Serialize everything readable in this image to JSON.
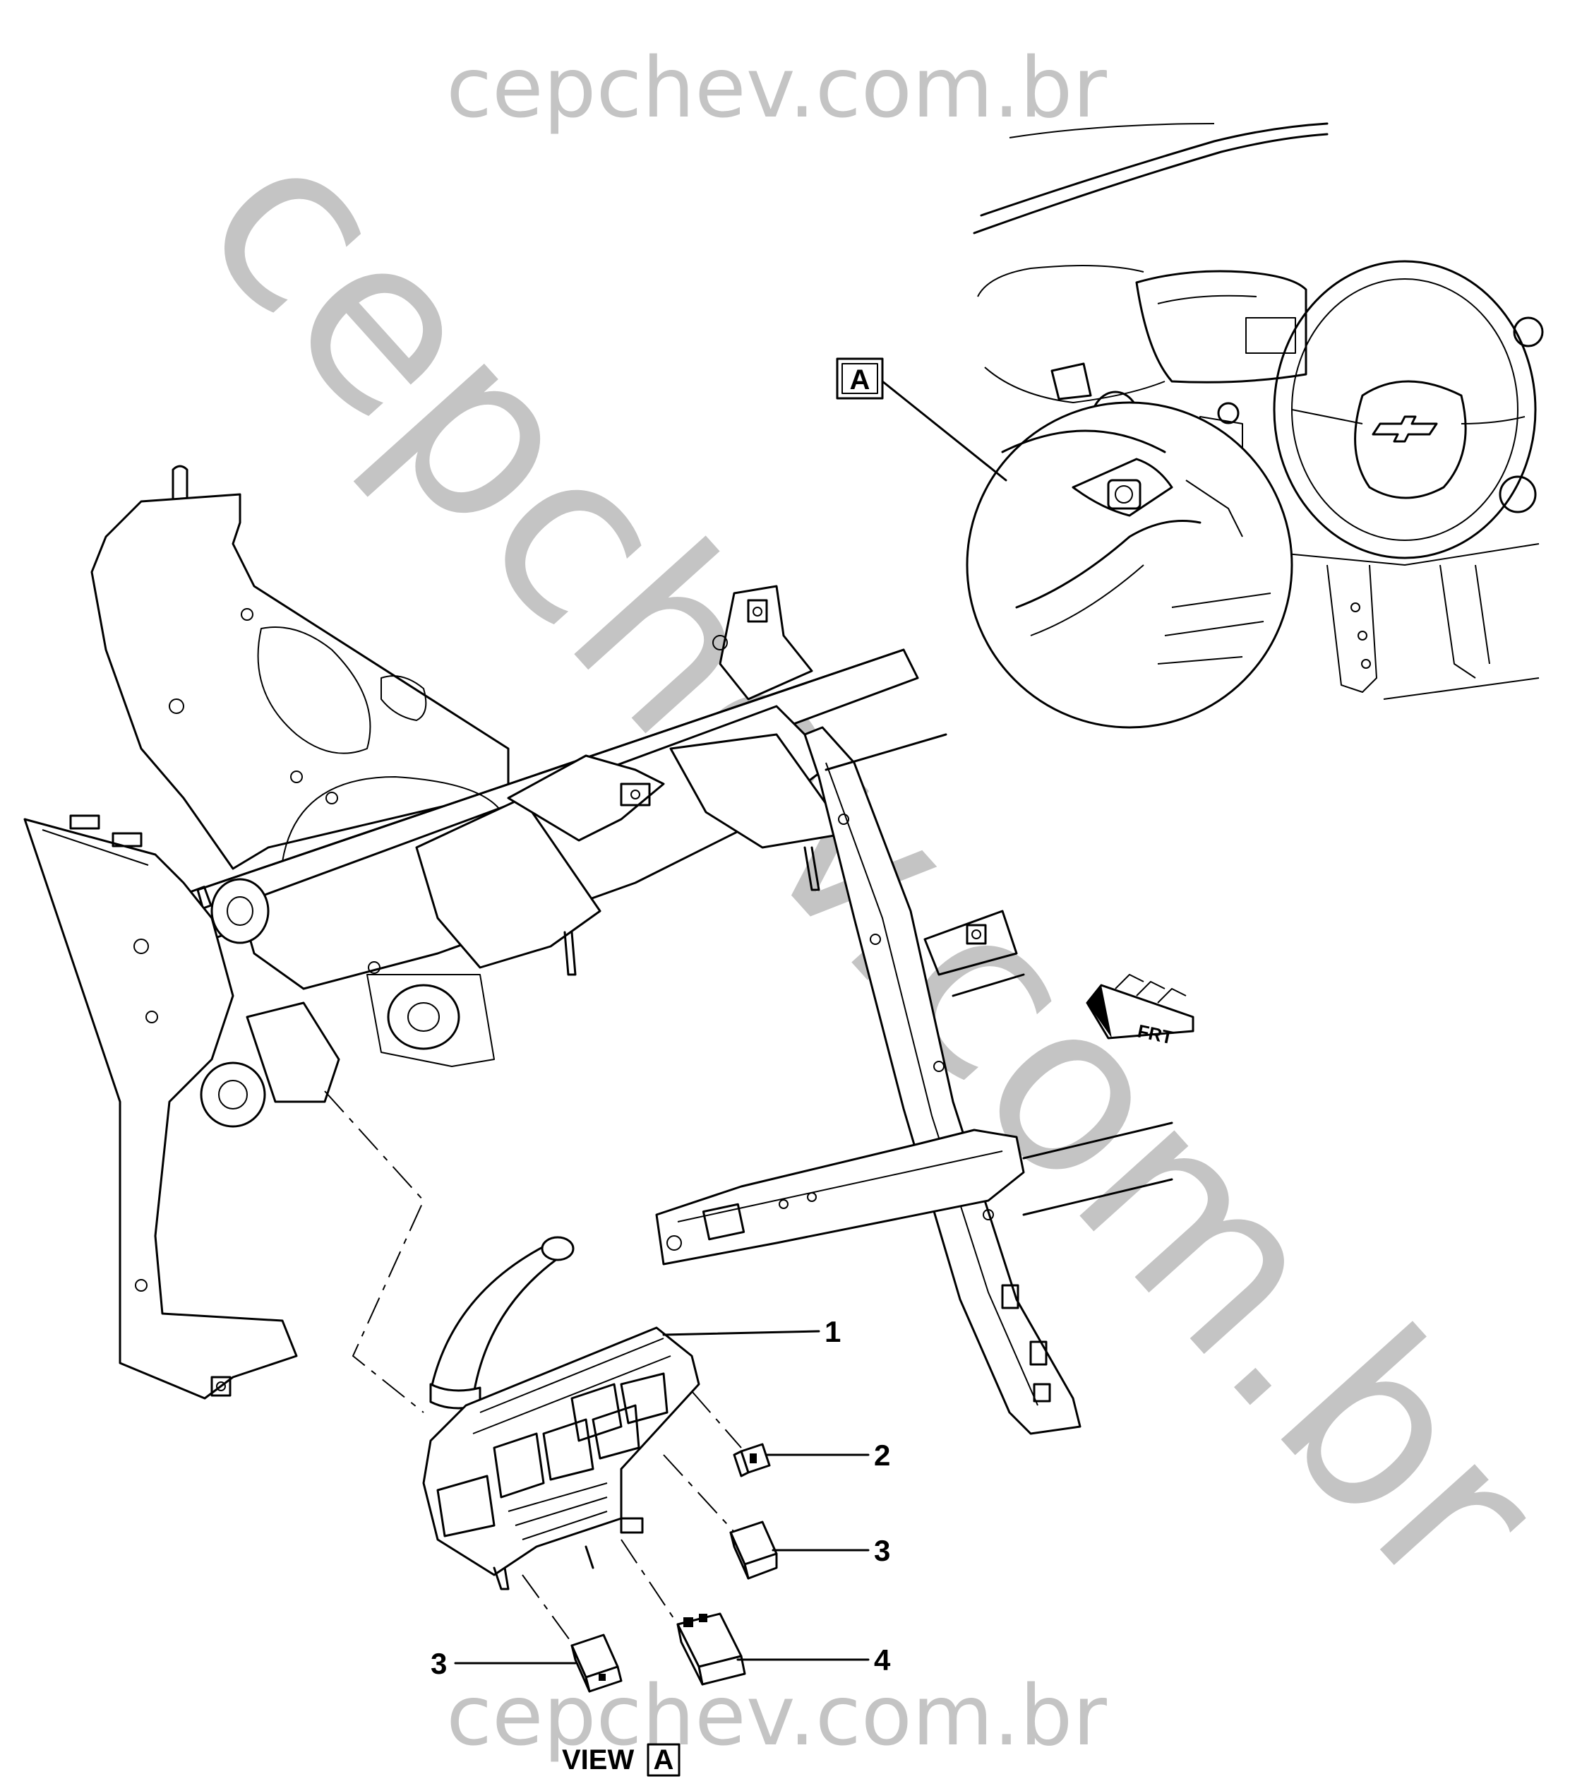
{
  "watermark": {
    "top": "cepchev.com.br",
    "diagonal": "cepchev.com.br",
    "bottom": "cepchev.com.br"
  },
  "view_marker": "A",
  "view_caption": {
    "prefix": "VIEW",
    "letter": "A"
  },
  "front_indicator": "FRT",
  "callouts": [
    {
      "number": "1",
      "part": "fuse-relay-block"
    },
    {
      "number": "2",
      "part": "fuse"
    },
    {
      "number": "3",
      "part": "relay-small-right"
    },
    {
      "number": "3",
      "part": "relay-small-left"
    },
    {
      "number": "4",
      "part": "relay-large"
    }
  ]
}
